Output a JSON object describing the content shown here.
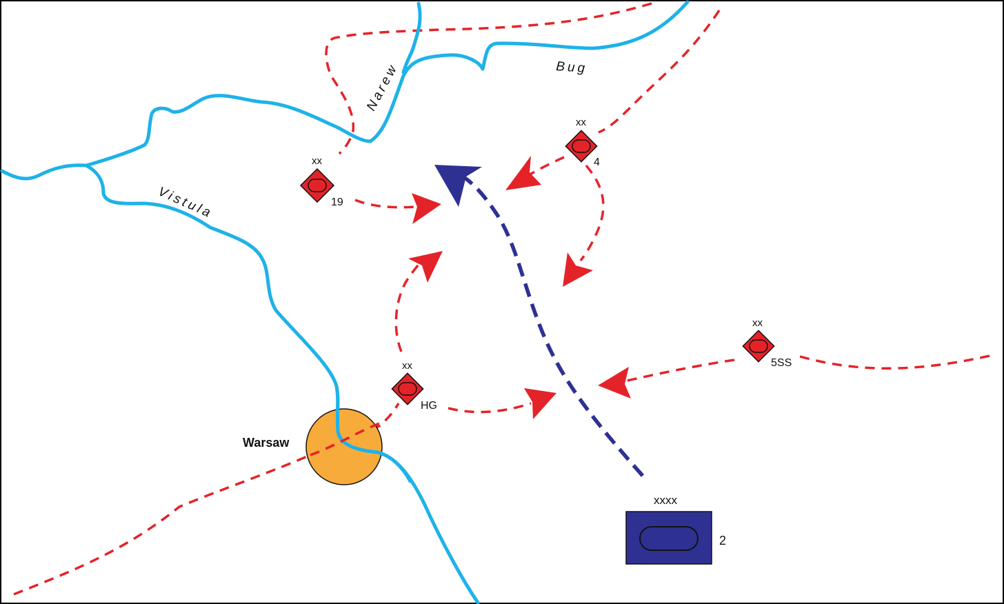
{
  "rivers": [
    {
      "name": "Vistula",
      "label": "Vistula"
    },
    {
      "name": "Narew",
      "label": "Narew"
    },
    {
      "name": "Bug",
      "label": "Bug"
    }
  ],
  "city": {
    "name": "Warsaw",
    "color": "#f7ab3a"
  },
  "german_units": [
    {
      "id": "19",
      "echelon": "xx",
      "label": "19"
    },
    {
      "id": "4",
      "echelon": "xx",
      "label": "4"
    },
    {
      "id": "5SS",
      "echelon": "xx",
      "label": "5SS"
    },
    {
      "id": "HG",
      "echelon": "xx",
      "label": "HG"
    }
  ],
  "soviet_unit": {
    "id": "2",
    "echelon": "xxxx",
    "label": "2",
    "color": "#2e3192"
  },
  "colors": {
    "german": "#e42329",
    "soviet": "#2e3192",
    "river": "#1fb2e8",
    "city": "#f7ab3a"
  }
}
